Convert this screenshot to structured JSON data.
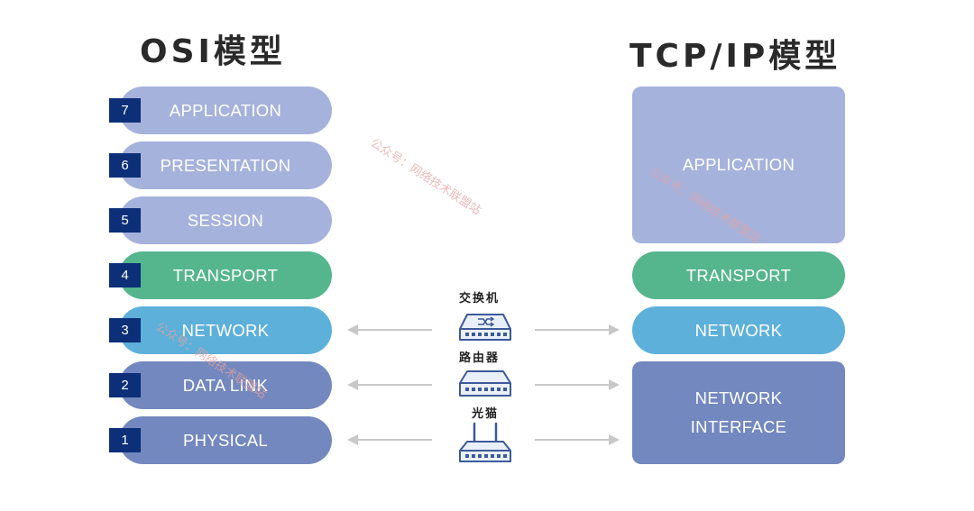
{
  "titles": {
    "osi": "OSI模型",
    "tcpip": "TCP/IP模型"
  },
  "osi_layers": [
    {
      "num": "7",
      "label": "APPLICATION"
    },
    {
      "num": "6",
      "label": "PRESENTATION"
    },
    {
      "num": "5",
      "label": "SESSION"
    },
    {
      "num": "4",
      "label": "TRANSPORT"
    },
    {
      "num": "3",
      "label": "NETWORK"
    },
    {
      "num": "2",
      "label": "DATA LINK"
    },
    {
      "num": "1",
      "label": "PHYSICAL"
    }
  ],
  "tcpip_layers": [
    {
      "label": "APPLICATION"
    },
    {
      "label": "TRANSPORT"
    },
    {
      "label": "NETWORK"
    },
    {
      "label_line1": "NETWORK",
      "label_line2": "INTERFACE"
    }
  ],
  "devices": [
    {
      "label": "交换机",
      "icon": "switch-icon"
    },
    {
      "label": "路由器",
      "icon": "router-icon"
    },
    {
      "label": "光猫",
      "icon": "optical-modem-icon"
    }
  ],
  "watermark": "公众号：网络技术联盟站",
  "colors": {
    "upper": "#a5b2dc",
    "transport": "#55b58d",
    "network": "#5db0d9",
    "lower": "#7388be",
    "badge": "#0d2f78"
  }
}
